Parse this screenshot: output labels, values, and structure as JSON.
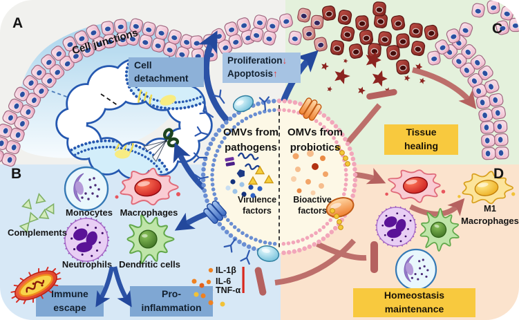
{
  "panel_labels": {
    "a": "A",
    "b": "B",
    "c": "C",
    "d": "D"
  },
  "panel_a": {
    "cell_junctions": "Cell junctions",
    "cell_detachment": {
      "line1": "Cell",
      "line2": "detachment"
    }
  },
  "proliferation_box": {
    "line1": "Proliferation",
    "arrow1": "↓",
    "line2": "Apoptosis",
    "arrow2": "↑"
  },
  "vesicle": {
    "pathogen_title": {
      "line1": "OMVs from",
      "line2": "pathogens"
    },
    "probiotic_title": {
      "line1": "OMVs from",
      "line2": "probiotics"
    },
    "virulence": {
      "line1": "Virulence",
      "line2": "factors"
    },
    "bioactive": {
      "line1": "Bioactive",
      "line2": "factors"
    }
  },
  "panel_b": {
    "monocytes": "Monocytes",
    "macrophages": "Macrophages",
    "complements": "Complements",
    "neutrophils": "Neutrophils",
    "dendritic_cells": "Dendritic cells",
    "immune_escape": {
      "line1": "Immune",
      "line2": "escape"
    },
    "pro_inflammation": {
      "line1": "Pro-",
      "line2": "inflammation"
    },
    "cytokines": [
      "IL-1β",
      "IL-6",
      "TNF-α"
    ]
  },
  "panel_c": {
    "tissue_healing": {
      "line1": "Tissue",
      "line2": "healing"
    }
  },
  "panel_d": {
    "m1": {
      "line1": "M1",
      "line2": "Macrophages"
    },
    "homeostasis": {
      "line1": "Homeostasis",
      "line2": "maintenance"
    }
  },
  "colors": {
    "panel_a_bg": "#f1f1ee",
    "panel_b_bg": "#d7e8f6",
    "panel_c_bg": "#e4f1dc",
    "panel_d_bg": "#fbe3cd",
    "label_box_blue": "#7fa7d3",
    "label_box_blue_light": "#a6c3e3",
    "label_box_yellow": "#f8c93e",
    "arrow_blue": "#2b52a6",
    "arrow_pink": "#bd6f6b",
    "cytokine_arrow_red": "#e23c3c",
    "pathogen_membrane": "#6a8ed2",
    "probiotic_membrane": "#f2a6ba"
  }
}
